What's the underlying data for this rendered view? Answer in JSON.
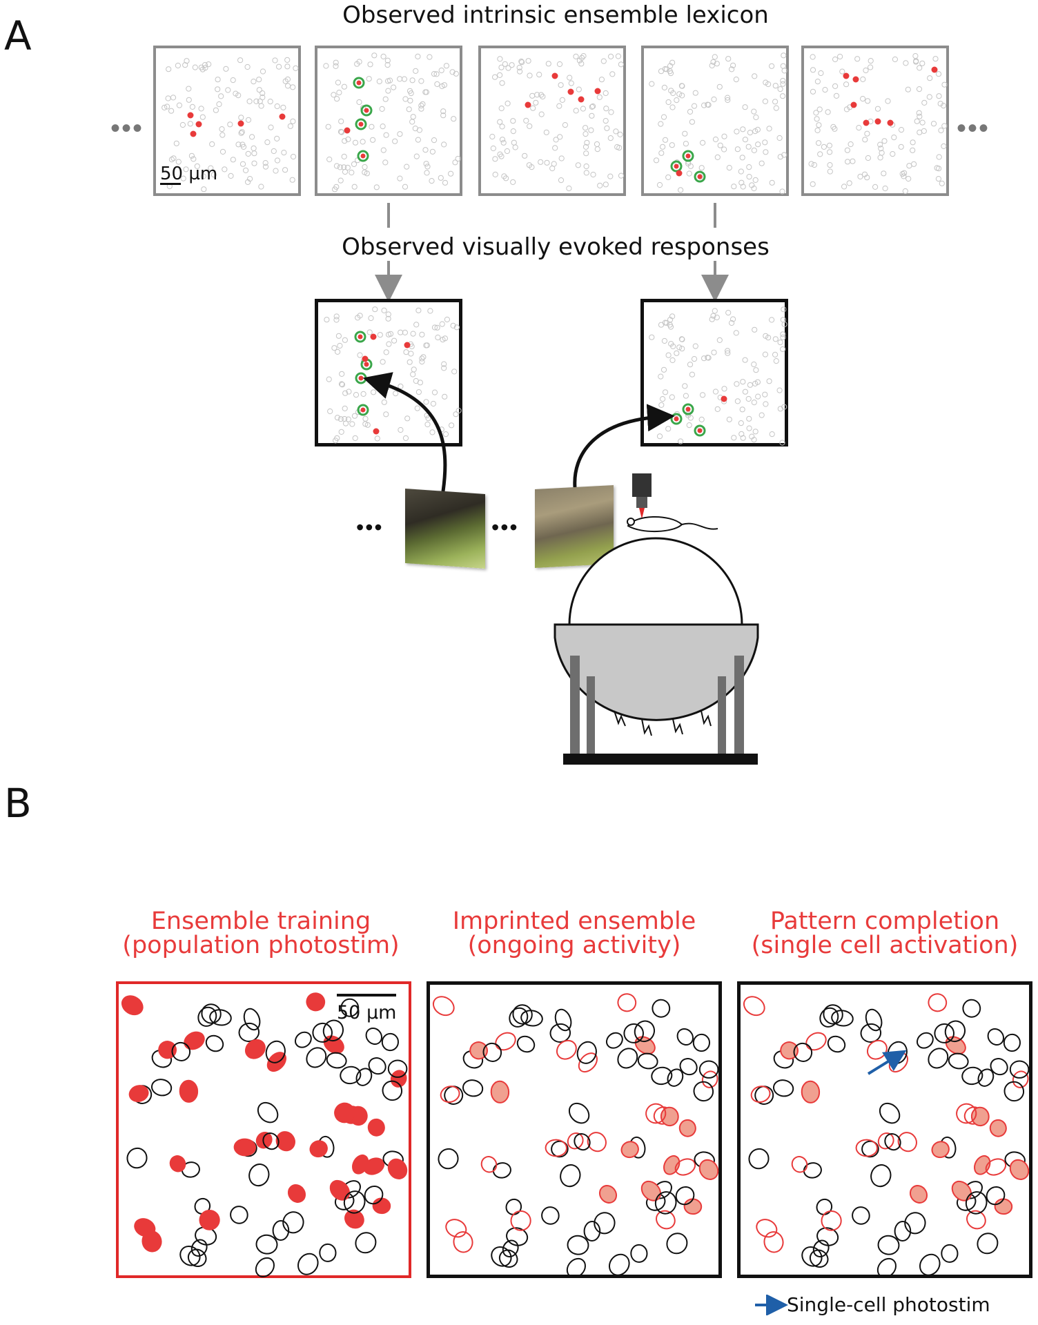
{
  "panel_a": {
    "label": "A",
    "lexicon_title": "Observed intrinsic ensemble lexicon",
    "evoked_title": "Observed visually evoked responses",
    "scale_bar_label": "50 µm",
    "ellipsis": "•••"
  },
  "panel_b": {
    "label": "B",
    "headings": [
      {
        "line1": "Ensemble training",
        "line2": "(population photostim)"
      },
      {
        "line1": "Imprinted ensemble",
        "line2": "(ongoing activity)"
      },
      {
        "line1": "Pattern completion",
        "line2": "(single cell activation)"
      }
    ],
    "scale_bar_label": "50 µm",
    "legend_label": "Single-cell photostim"
  },
  "colors": {
    "red": "#e83a3a",
    "green": "#3aa64a",
    "gray_frame": "#8c8c8c",
    "sphere_lower": "#c8c8c8",
    "arrow_blue": "#1f5fa8"
  }
}
